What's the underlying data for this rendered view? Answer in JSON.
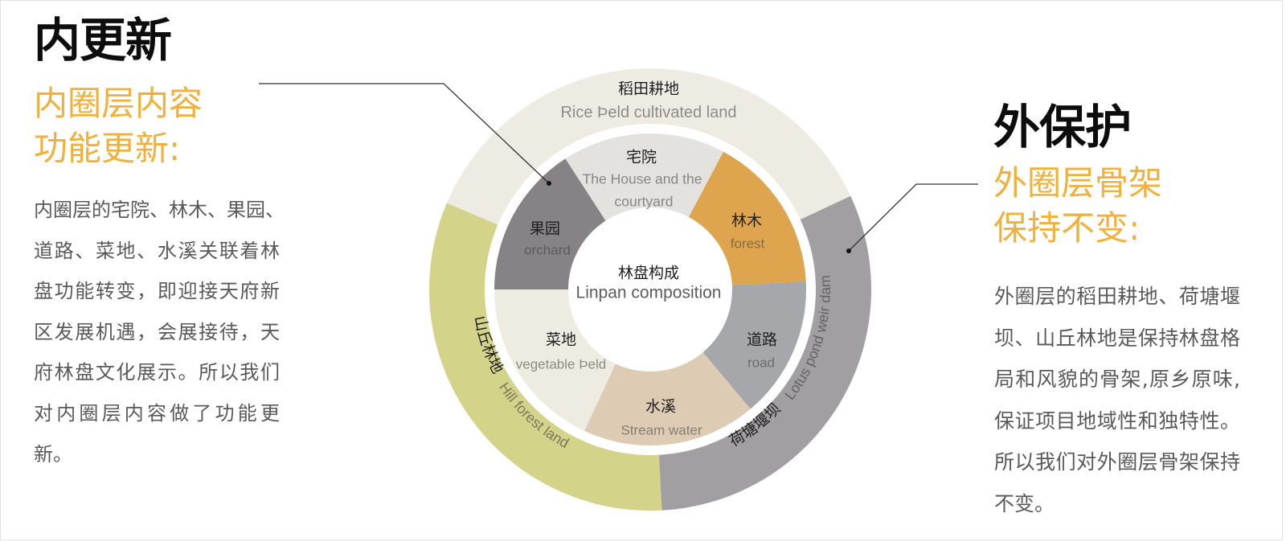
{
  "left_panel": {
    "title": "内更新",
    "subtitle_lines": [
      "内圈层内容",
      "功能更新:"
    ],
    "body_lines": [
      "内圈层的宅院、林木、果园、",
      "道路、菜地、水溪关联着林",
      "盘功能转变，即迎接天府新",
      "区发展机遇，会展接待，天",
      "府林盘文化展示。所以我们",
      "对内圈层内容做了功能更",
      "新。"
    ]
  },
  "right_panel": {
    "title": "外保护",
    "subtitle_lines": [
      "外圈层骨架",
      "保持不变:"
    ],
    "body_lines": [
      "外圈层的稻田耕地、荷塘堰",
      "坝、山丘林地是保持林盘格",
      "局和风貌的骨架,原乡原味,",
      "保证项目地域性和独特性。",
      "所以我们对外圈层骨架保持",
      "不变。"
    ]
  },
  "diagram": {
    "center": {
      "label_cn": "林盘构成",
      "label_en": "Linpan composition"
    },
    "inner_ring": [
      {
        "id": "house",
        "label_cn": "宅院",
        "label_en_lines": [
          "The House and the",
          "courtyard"
        ],
        "color": "#e3e2de",
        "start_deg": -33,
        "end_deg": 28
      },
      {
        "id": "forest",
        "label_cn": "林木",
        "label_en": "forest",
        "color": "#dfa54e",
        "start_deg": 28,
        "end_deg": 87
      },
      {
        "id": "road",
        "label_cn": "道路",
        "label_en": "road",
        "color": "#a5a7ab",
        "start_deg": 87,
        "end_deg": 140
      },
      {
        "id": "stream",
        "label_cn": "水溪",
        "label_en": "Stream water",
        "color": "#ddcbb3",
        "start_deg": 140,
        "end_deg": 205
      },
      {
        "id": "vegetable",
        "label_cn": "菜地",
        "label_en": "vegetable Þeld",
        "color": "#eeebe1",
        "start_deg": 205,
        "end_deg": 270
      },
      {
        "id": "orchard",
        "label_cn": "果园",
        "label_en": "orchard",
        "color": "#878285",
        "start_deg": 270,
        "end_deg": 327
      }
    ],
    "outer_ring": [
      {
        "id": "rice",
        "label_cn": "稻田耕地",
        "label_en": "Rice Þeld cultivated land",
        "color": "#eeece2",
        "start_deg": -67,
        "end_deg": 65
      },
      {
        "id": "lotus",
        "label_cn": "荷塘堰坝",
        "label_en": "Lotus pond weir dam",
        "color": "#a29fa2",
        "start_deg": 65,
        "end_deg": 177
      },
      {
        "id": "hill",
        "label_cn": "山丘林地",
        "label_en": "Hill forest land",
        "color": "#d3d48a",
        "start_deg": 177,
        "end_deg": 293
      }
    ]
  },
  "colors": {
    "accent": "#f1b03a",
    "title": "#0d0d0d",
    "body_text": "#595959",
    "leader_line": "#333333"
  }
}
